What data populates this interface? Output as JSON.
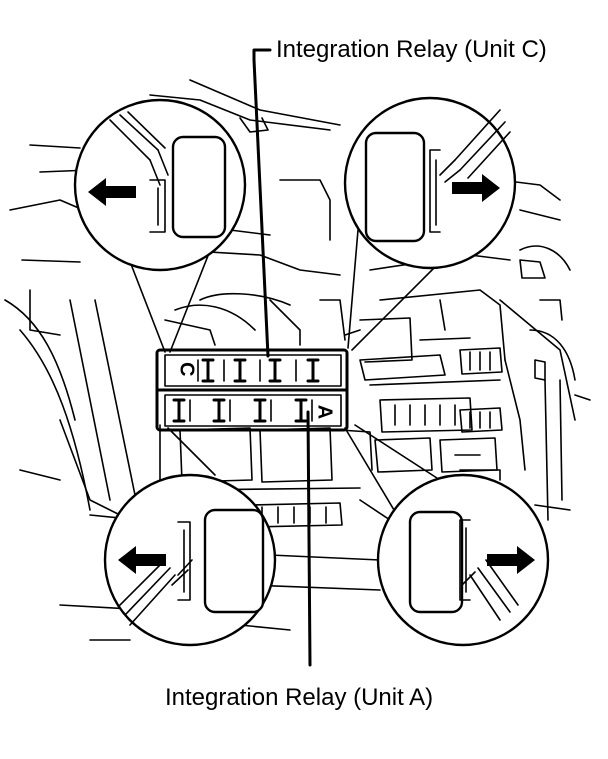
{
  "labels": {
    "unit_c": "Integration Relay (Unit C)",
    "unit_a": "Integration Relay (Unit A)"
  },
  "relay_marks": {
    "unit_c": "C",
    "unit_a": "A"
  },
  "colors": {
    "line": "#000000",
    "background": "#ffffff"
  }
}
